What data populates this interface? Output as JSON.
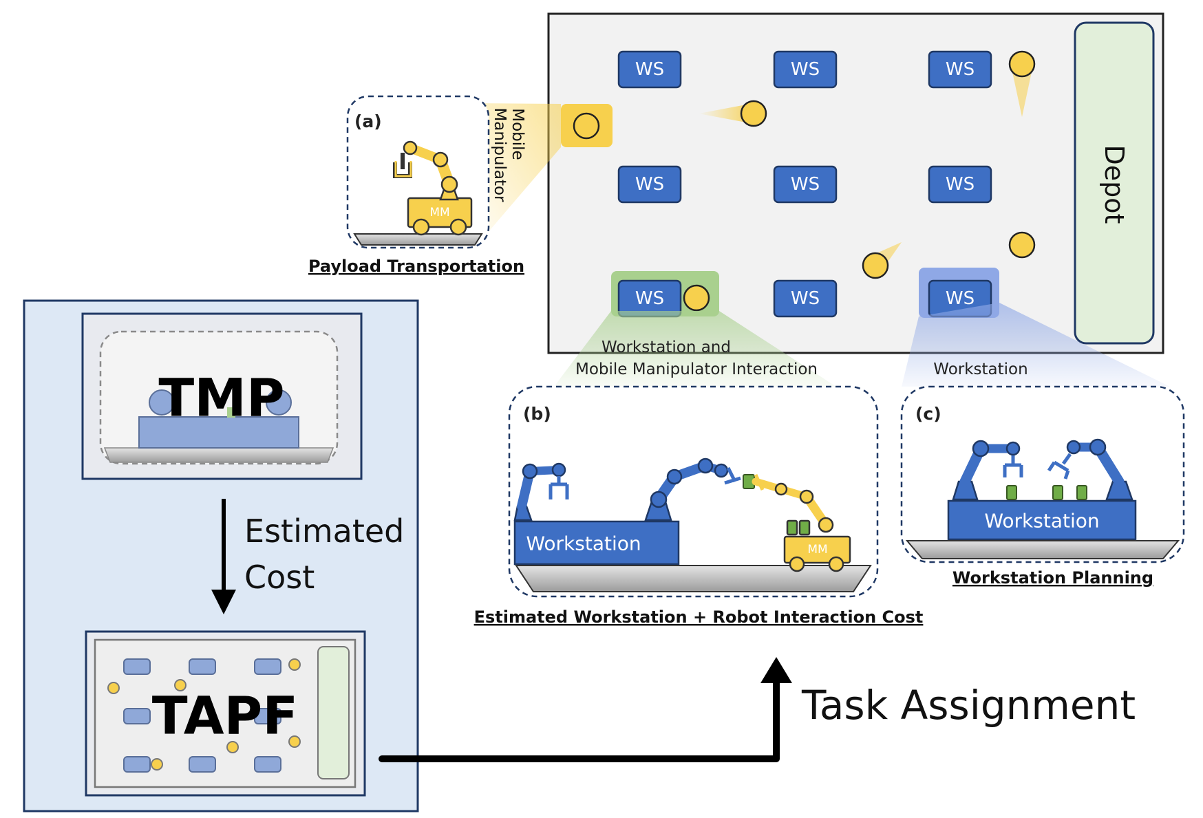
{
  "diagram": {
    "workstation_short": "WS",
    "depot": "Depot",
    "panel_a": {
      "tag": "(a)",
      "robot_label_line1": "Mobile",
      "robot_label_line2": "Manipulator",
      "cart_label": "MM",
      "caption": "Payload Transportation"
    },
    "panel_b": {
      "tag": "(b)",
      "header_line1": "Workstation and",
      "header_line2": "Mobile Manipulator Interaction",
      "workstation_label": "Workstation",
      "cart_label": "MM",
      "caption": "Estimated Workstation + Robot Interaction Cost"
    },
    "panel_c": {
      "tag": "(c)",
      "header": "Workstation",
      "workstation_label": "Workstation",
      "caption": "Workstation Planning"
    },
    "left_panel": {
      "tmp": "TMP",
      "estimated_line1": "Estimated",
      "estimated_line2": "Cost",
      "tapf": "TAPF"
    },
    "task_assignment": "Task Assignment",
    "colors": {
      "workstation_blue": "#3e6fc4",
      "robot_yellow": "#f7d04d",
      "depot_green": "#e2efda",
      "panel_blue_bg": "#dde8f5"
    }
  }
}
